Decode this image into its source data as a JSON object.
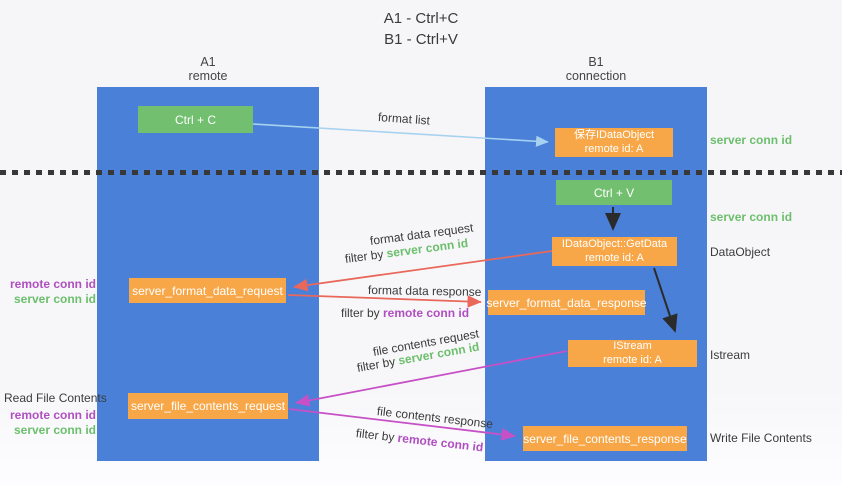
{
  "title": {
    "line1": "A1 - Ctrl+C",
    "line2": "B1 - Ctrl+V"
  },
  "columns": {
    "left": {
      "name": "A1",
      "role": "remote"
    },
    "right": {
      "name": "B1",
      "role": "connection"
    }
  },
  "nodes": {
    "ctrl_c": "Ctrl + C",
    "ctrl_v": "Ctrl + V",
    "save_idataobject": {
      "line1": "保存IDataObject",
      "line2": "remote id: A"
    },
    "getdata": {
      "line1": "IDataObject::GetData",
      "line2": "remote id: A"
    },
    "istream": {
      "line1": "IStream",
      "line2": "remote id: A"
    },
    "server_format_data_request": "server_format_data_request",
    "server_format_data_response": "server_format_data_response",
    "server_file_contents_request": "server_file_contents_request",
    "server_file_contents_response": "server_file_contents_response"
  },
  "arrow_labels": {
    "format_list": "format list",
    "format_data_request": "format data request",
    "format_data_response": "format data response",
    "file_contents_request": "file contents request",
    "file_contents_response": "file contents response"
  },
  "filters": {
    "f1": {
      "prefix": "filter by ",
      "id": "server conn id"
    },
    "f2": {
      "prefix": "filter by ",
      "id": "remote conn id"
    },
    "f3": {
      "prefix": "filter by ",
      "id": "server conn id"
    },
    "f4": {
      "prefix": "filter by ",
      "id": "remote conn id"
    }
  },
  "right_labels": {
    "server_conn_id_1": "server conn id",
    "server_conn_id_2": "server conn id",
    "dataobject": "DataObject",
    "istream": "Istream",
    "write_file_contents": "Write File Contents"
  },
  "left_labels": {
    "remote_conn_id_1": "remote conn id",
    "server_conn_id_1": "server conn id",
    "read_file_contents": "Read File Contents",
    "remote_conn_id_2": "remote conn id",
    "server_conn_id_2": "server conn id"
  },
  "colors": {
    "column_blue": "#4a80d8",
    "box_orange": "#f8a748",
    "box_green": "#72c06f",
    "text_green": "#6cbf6c",
    "text_purple": "#b04fc0",
    "arrow_red": "#e9685a",
    "arrow_magenta": "#c750c7",
    "arrow_lightblue": "#a6d2f0",
    "arrow_black": "#2b2b2b",
    "dashed_line": "#383838"
  }
}
